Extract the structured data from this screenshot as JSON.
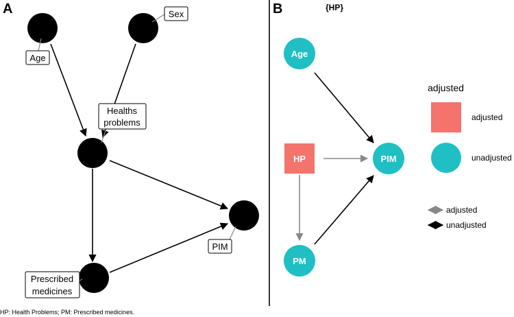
{
  "panel_a": {
    "letter": "A",
    "labels": {
      "age": "Age",
      "sex": "Sex",
      "health_problems_1": "Healths",
      "health_problems_2": "problems",
      "pim": "PIM",
      "prescribed_1": "Prescribed",
      "prescribed_2": "medicines"
    }
  },
  "panel_b": {
    "letter": "B",
    "title": "{HP}",
    "nodes": {
      "age": "Age",
      "hp": "HP",
      "pim": "PIM",
      "pm": "PM"
    },
    "legend": {
      "title": "adjusted",
      "adjusted": "adjusted",
      "unadjusted": "unadjusted",
      "edge_adjusted": "adjusted",
      "edge_unadjusted": "unadjusted"
    }
  },
  "caption": "HP: Health Problems; PM: Prescribed medicines.",
  "colors": {
    "adjusted": "#f4736c",
    "unadjusted": "#1fbfc4",
    "edge_unadjusted": "#000000",
    "edge_adjusted": "#888888"
  }
}
